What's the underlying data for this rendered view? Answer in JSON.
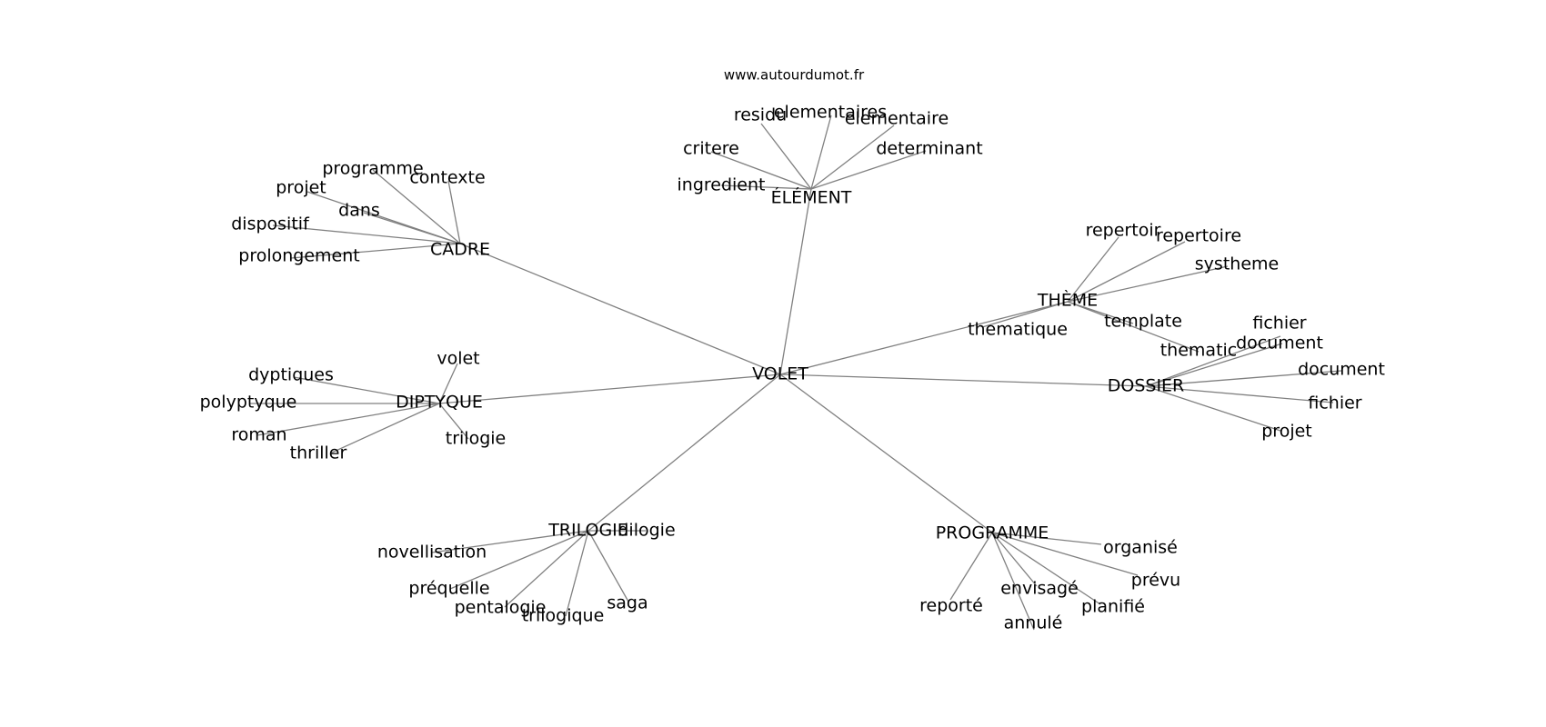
{
  "source": "www.autourdumot.fr",
  "center": "VOLET",
  "clusters": [
    {
      "hub": "ÉLÉMENT",
      "words": [
        "ingredient",
        "critere",
        "residu",
        "elementaires",
        "elementaire",
        "determinant"
      ]
    },
    {
      "hub": "CADRE",
      "words": [
        "programme",
        "contexte",
        "projet",
        "dans",
        "dispositif",
        "prolongement"
      ]
    },
    {
      "hub": "THÈME",
      "words": [
        "repertoir",
        "repertoire",
        "systheme",
        "thematique",
        "template",
        "thematic"
      ]
    },
    {
      "hub": "DOSSIER",
      "words": [
        "fichier",
        "document",
        "document",
        "fichier",
        "projet"
      ]
    },
    {
      "hub": "DIPTYQUE",
      "words": [
        "volet",
        "dyptiques",
        "polyptyque",
        "roman",
        "thriller",
        "trilogie"
      ]
    },
    {
      "hub": "TRILOGIE",
      "words": [
        "dilogie",
        "novellisation",
        "préquelle",
        "pentalogie",
        "trilogique",
        "saga"
      ]
    },
    {
      "hub": "PROGRAMME",
      "words": [
        "organisé",
        "prévu",
        "planifié",
        "annulé",
        "envisagé",
        "reporté"
      ]
    }
  ]
}
